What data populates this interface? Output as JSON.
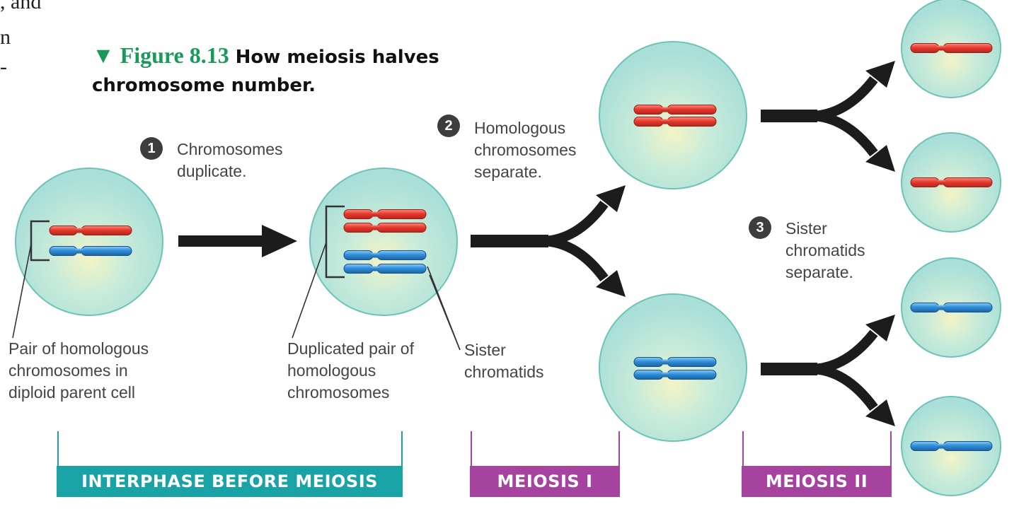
{
  "page_fragments": [
    ", and",
    "n",
    "-"
  ],
  "figure": {
    "number": "▼ Figure 8.13",
    "title": "How meiosis halves chromosome number."
  },
  "steps": [
    {
      "number": "1",
      "text_lines": [
        "Chromosomes",
        "duplicate."
      ]
    },
    {
      "number": "2",
      "text_lines": [
        "Homologous",
        "chromosomes",
        "separate."
      ]
    },
    {
      "number": "3",
      "text_lines": [
        "Sister",
        "chromatids",
        "separate."
      ]
    }
  ],
  "labels": {
    "parent_pair": [
      "Pair of homologous",
      "chromosomes in",
      "diploid parent cell"
    ],
    "duplicated_pair": [
      "Duplicated pair of",
      "homologous",
      "chromosomes"
    ],
    "sister_chromatids": [
      "Sister",
      "chromatids"
    ]
  },
  "stages": {
    "interphase": "INTERPHASE BEFORE MEIOSIS",
    "meiosis_1": "MEIOSIS I",
    "meiosis_2": "MEIOSIS II"
  },
  "colors": {
    "cell_fill": "#a9dfd8",
    "cell_center": "#f3f4c6",
    "cell_stroke": "#6cc3b8",
    "chromosome_red": "#e63a2e",
    "chromosome_blue": "#2f8fd8",
    "arrow": "#1c1c1c",
    "interphase_bar": "#1aa3a6",
    "meiosis_bar": "#a6439f",
    "figure_number": "#1a9a5a"
  }
}
